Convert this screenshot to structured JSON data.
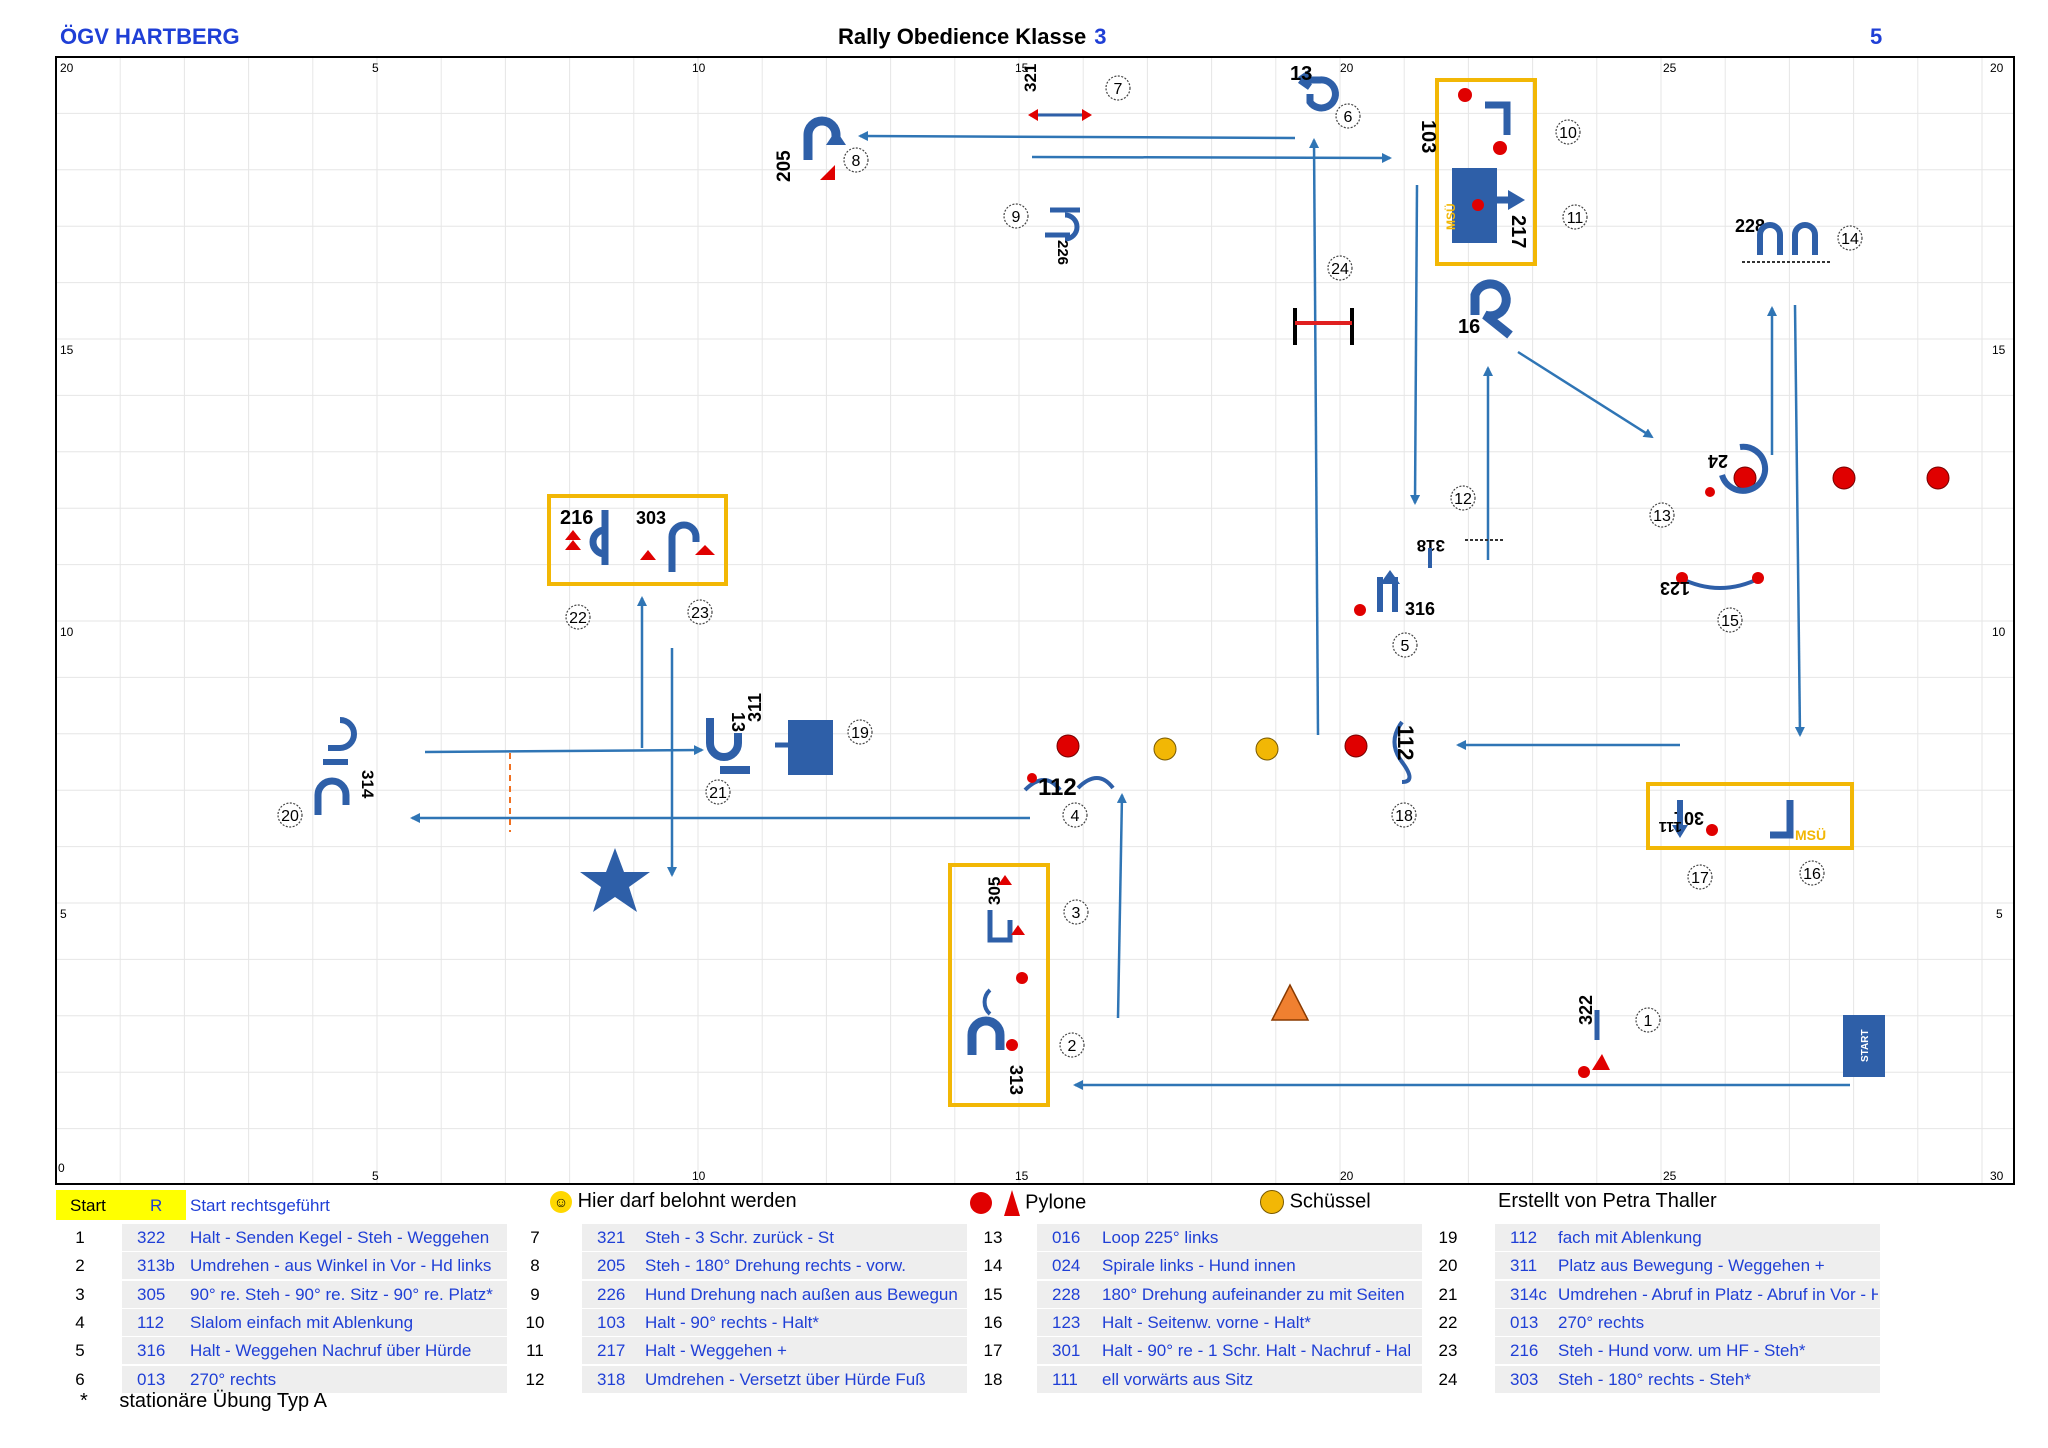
{
  "header": {
    "club": "ÖGV HARTBERG",
    "title": "Rally Obedience Klasse",
    "klasse": "3",
    "page": "5"
  },
  "grid": {
    "x_ticks_top": [
      "20",
      "5",
      "10",
      "15",
      "20",
      "25",
      "20"
    ],
    "x_ticks_bottom": [
      "0",
      "5",
      "10",
      "15",
      "20",
      "25",
      "30"
    ],
    "y_ticks": [
      "15",
      "10",
      "5"
    ]
  },
  "legend": {
    "start_label": "Start",
    "start_code": "R",
    "start_text": "Start rechtsgeführt",
    "reward_text": "Hier darf belohnt werden",
    "pylon_text": "Pylone",
    "bowl_text": "Schüssel",
    "author_text": "Erstellt von Petra Thaller"
  },
  "colors": {
    "accent": "#1f3fd6",
    "arrow": "#2f75b5",
    "sign_blue": "#2e5fa8",
    "frame": "#f2b705",
    "cone": "#e00000",
    "bowl": "#f2b705",
    "highlight": "#ffff00",
    "hurdle": "#e02020"
  },
  "exercises": [
    {
      "num": "1",
      "code": "322",
      "desc": "Halt - Senden Kegel - Steh - Weggehen"
    },
    {
      "num": "2",
      "code": "313b",
      "desc": "Umdrehen - aus Winkel in Vor - Hd links"
    },
    {
      "num": "3",
      "code": "305",
      "desc": "90° re. Steh - 90° re. Sitz - 90° re. Platz*"
    },
    {
      "num": "4",
      "code": "112",
      "desc": "Slalom einfach mit Ablenkung"
    },
    {
      "num": "5",
      "code": "316",
      "desc": "Halt - Weggehen Nachruf über Hürde"
    },
    {
      "num": "6",
      "code": "013",
      "desc": "270° rechts"
    },
    {
      "num": "7",
      "code": "321",
      "desc": "Steh - 3 Schr. zurück - St"
    },
    {
      "num": "8",
      "code": "205",
      "desc": "Steh - 180° Drehung rechts - vorw."
    },
    {
      "num": "9",
      "code": "226",
      "desc": "Hund Drehung nach außen aus Bewegun"
    },
    {
      "num": "10",
      "code": "103",
      "desc": "Halt - 90° rechts - Halt*"
    },
    {
      "num": "11",
      "code": "217",
      "desc": "Halt - Weggehen +"
    },
    {
      "num": "12",
      "code": "318",
      "desc": "Umdrehen - Versetzt über Hürde Fuß"
    },
    {
      "num": "13",
      "code": "016",
      "desc": "Loop 225° links"
    },
    {
      "num": "14",
      "code": "024",
      "desc": "Spirale links - Hund innen"
    },
    {
      "num": "15",
      "code": "228",
      "desc": "180° Drehung aufeinander zu mit Seiten"
    },
    {
      "num": "16",
      "code": "123",
      "desc": "Halt - Seitenw. vorne - Halt*"
    },
    {
      "num": "17",
      "code": "301",
      "desc": "Halt - 90° re - 1 Schr. Halt - Nachruf - Hal"
    },
    {
      "num": "18",
      "code": "111",
      "desc": "ell vorwärts aus Sitz"
    },
    {
      "num": "19",
      "code": "112",
      "desc": "fach mit Ablenkung"
    },
    {
      "num": "20",
      "code": "311",
      "desc": "Platz aus Bewegung - Weggehen +"
    },
    {
      "num": "21",
      "code": "314c",
      "desc": "Umdrehen - Abruf in Platz - Abruf in Vor - Hd rechts rum -"
    },
    {
      "num": "22",
      "code": "013",
      "desc": "270° rechts"
    },
    {
      "num": "23",
      "code": "216",
      "desc": "Steh - Hund vorw. um HF - Steh*"
    },
    {
      "num": "24",
      "code": "303",
      "desc": "Steh - 180° rechts - Steh*"
    }
  ],
  "footnote": {
    "star": "*",
    "text": "stationäre Übung Typ A"
  },
  "course": {
    "signs": [
      {
        "id": "1",
        "code": "322"
      },
      {
        "id": "2",
        "code": "313"
      },
      {
        "id": "3",
        "code": "305"
      },
      {
        "id": "4",
        "code": "112"
      },
      {
        "id": "5",
        "code": "316"
      },
      {
        "id": "6",
        "code": "13"
      },
      {
        "id": "7",
        "code": "321"
      },
      {
        "id": "8",
        "code": "205"
      },
      {
        "id": "9",
        "code": "226"
      },
      {
        "id": "10",
        "code": "103"
      },
      {
        "id": "11",
        "code": "217"
      },
      {
        "id": "12",
        "code": "318"
      },
      {
        "id": "13",
        "code": "24"
      },
      {
        "id": "14",
        "code": "228"
      },
      {
        "id": "15",
        "code": "123"
      },
      {
        "id": "16",
        "code": "301"
      },
      {
        "id": "17",
        "code": "111"
      },
      {
        "id": "18",
        "code": "112"
      },
      {
        "id": "19",
        "code": "311"
      },
      {
        "id": "20",
        "code": "314"
      },
      {
        "id": "21",
        "code": "13"
      },
      {
        "id": "22",
        "code": "216"
      },
      {
        "id": "23",
        "code": "303"
      },
      {
        "id": "24",
        "code": "16"
      }
    ],
    "start_sign": "START",
    "msu": "MSÜ"
  }
}
